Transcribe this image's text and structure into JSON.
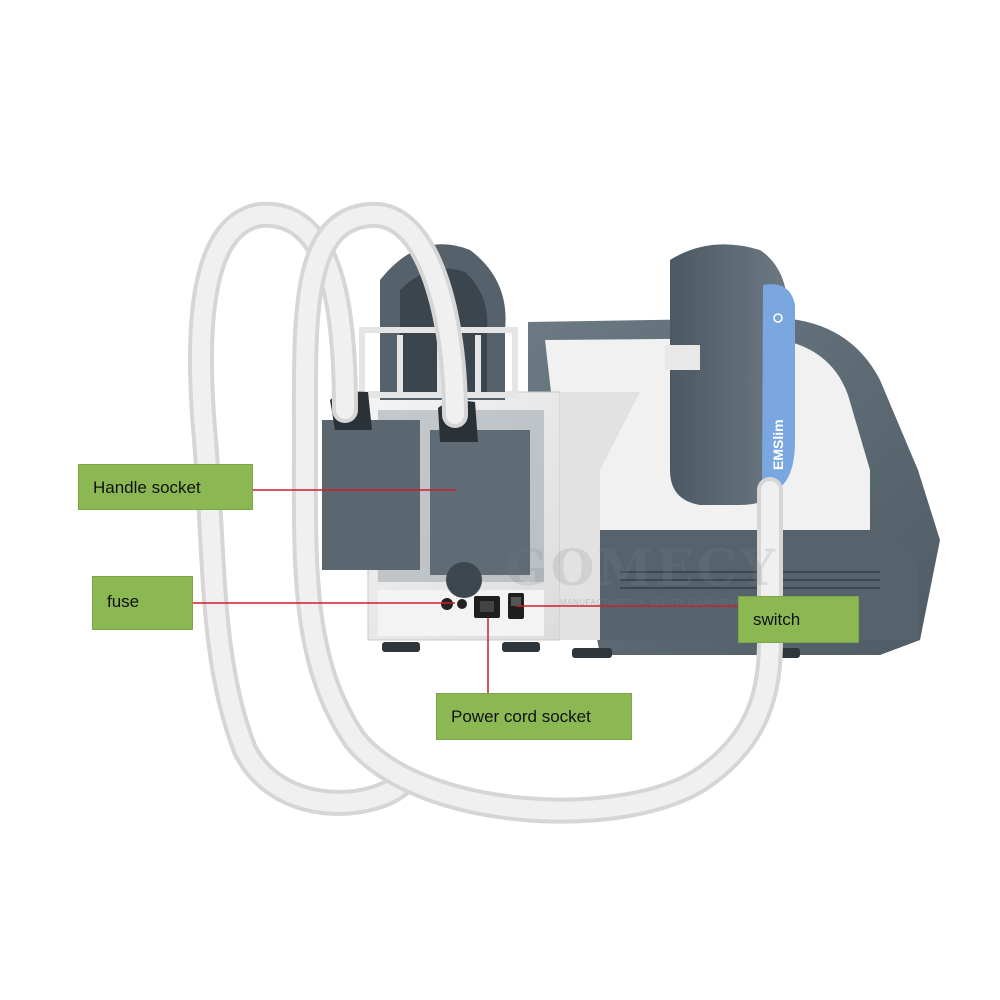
{
  "labels": {
    "handle_socket": "Handle socket",
    "fuse": "fuse",
    "switch": "switch",
    "power_cord_socket": "Power cord socket"
  },
  "device": {
    "brand_text": "EMSlim"
  },
  "watermark": {
    "text": "GOMECY",
    "subtext": "MANUFACTURER OF BEAUTY EQUIPMENT"
  },
  "colors": {
    "callout_fill": "#8cb853",
    "leader_line": "#cc1f2a",
    "body_gray": "#5d6b75",
    "panel_light": "#eeeeee",
    "handle_blue": "#7aa7e0"
  }
}
